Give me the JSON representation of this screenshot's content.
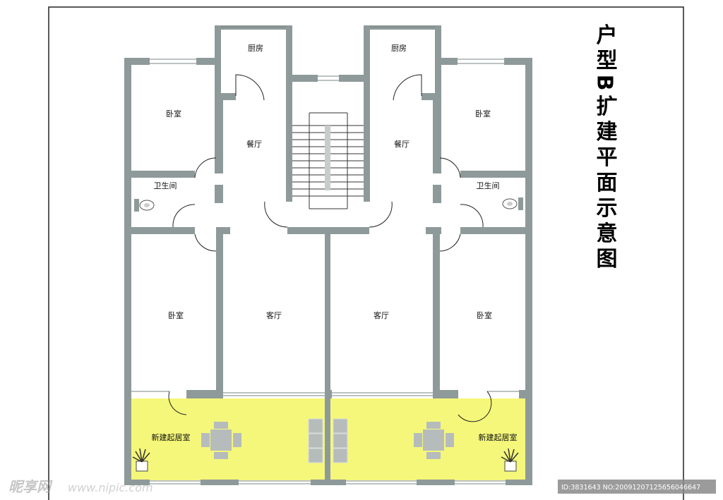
{
  "title": "户型B扩建平面示意图",
  "rooms": {
    "kitchen_left": "厨房",
    "kitchen_right": "厨房",
    "bedroom_top_left": "卧室",
    "bedroom_top_right": "卧室",
    "dining_left": "餐厅",
    "dining_right": "餐厅",
    "bath_left": "卫生间",
    "bath_right": "卫生间",
    "bedroom_mid_left": "卧室",
    "bedroom_mid_right": "卧室",
    "living_left": "客厅",
    "living_right": "客厅",
    "new_room_left": "新建起居室",
    "new_room_right": "新建起居室"
  },
  "watermark": {
    "logo": "昵享网",
    "url": "www.nipic.com",
    "id_text": "ID:3831643 NO:20091207125656046647"
  },
  "colors": {
    "wall": "#8e9a99",
    "extension_fill": "#f5f77a",
    "furniture": "#b6bcbc",
    "border": "#222222"
  }
}
